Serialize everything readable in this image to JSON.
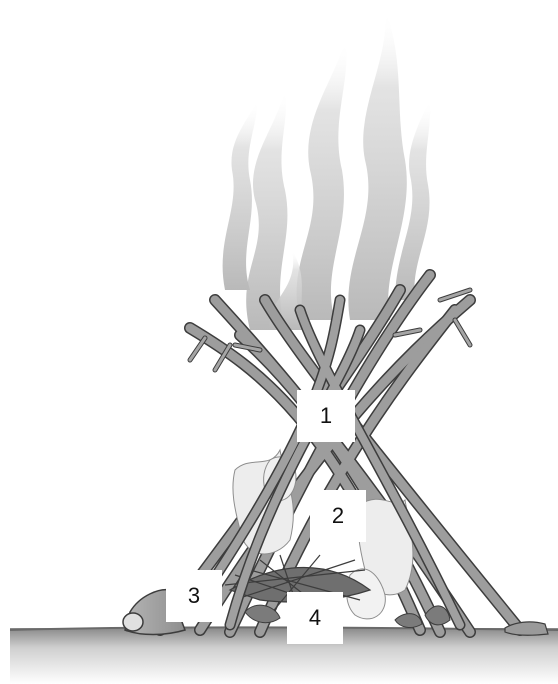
{
  "labels": {
    "label_1": "1",
    "label_2": "2",
    "label_3": "3",
    "label_4": "4"
  },
  "icons": [
    "smoke-icon",
    "log-icon",
    "stick-icon",
    "flame-icon",
    "kindling-icon",
    "tinder-icon",
    "ground-icon"
  ],
  "colors": {
    "wood": "#9a9a9a",
    "wood_outline": "#3a3a3a",
    "smoke": "#c8c8c8",
    "flame": "#ececec",
    "ground_top": "#8a8a8a",
    "ground_bottom": "#ffffff"
  }
}
